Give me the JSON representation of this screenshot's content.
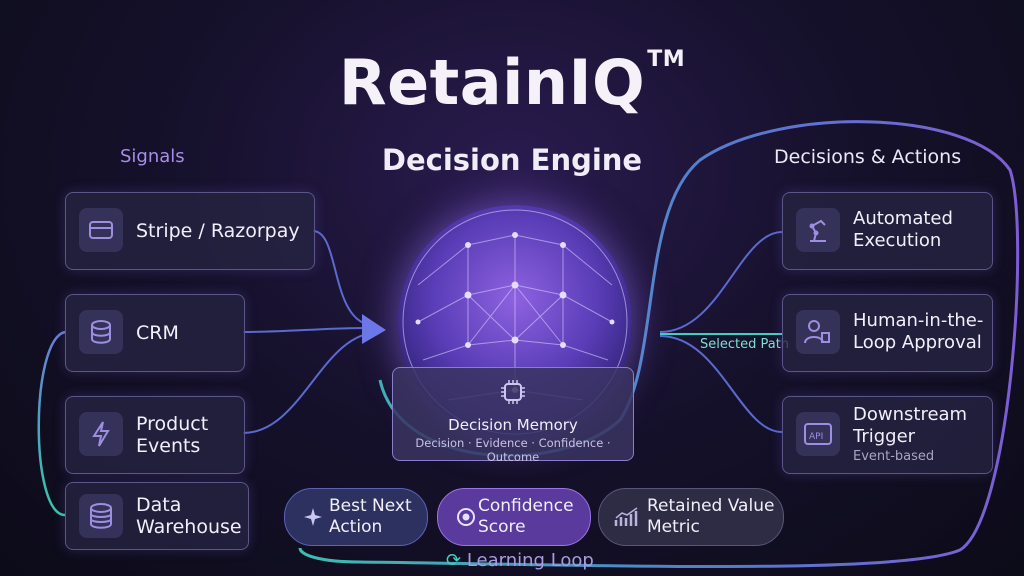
{
  "title": "RetainIQ",
  "trademark": "TM",
  "subtitle": "Decision Engine",
  "signals": {
    "heading": "Signals",
    "items": [
      {
        "label": "Stripe / Razorpay",
        "icon": "credit-card-icon"
      },
      {
        "label": "CRM",
        "icon": "database-icon"
      },
      {
        "label": "Product Events",
        "icon": "lightning-icon"
      },
      {
        "label": "Data Warehouse",
        "icon": "server-stack-icon"
      }
    ]
  },
  "actions": {
    "heading": "Decisions & Actions",
    "items": [
      {
        "label": "Automated Execution",
        "sub": "",
        "icon": "robot-arm-icon"
      },
      {
        "label": "Human-in-the-Loop Approval",
        "sub": "",
        "icon": "user-thumbs-up-icon"
      },
      {
        "label": "Downstream Trigger",
        "sub": "Event-based",
        "icon": "api-icon"
      }
    ]
  },
  "selected_path": "Selected Path",
  "memory": {
    "title": "Decision Memory",
    "detail": "Decision · Evidence · Confidence · Outcome",
    "icon": "chip-brain-icon"
  },
  "outputs": [
    {
      "label": "Best Next Action",
      "icon": "sparkle-icon"
    },
    {
      "label": "Confidence Score",
      "icon": "target-icon"
    },
    {
      "label": "Retained Value Metric",
      "icon": "growth-chart-icon"
    }
  ],
  "learning_loop": "Learning Loop",
  "colors": {
    "purple": "#7a5ce8",
    "teal": "#3fd1c0",
    "background": "#12102a"
  }
}
